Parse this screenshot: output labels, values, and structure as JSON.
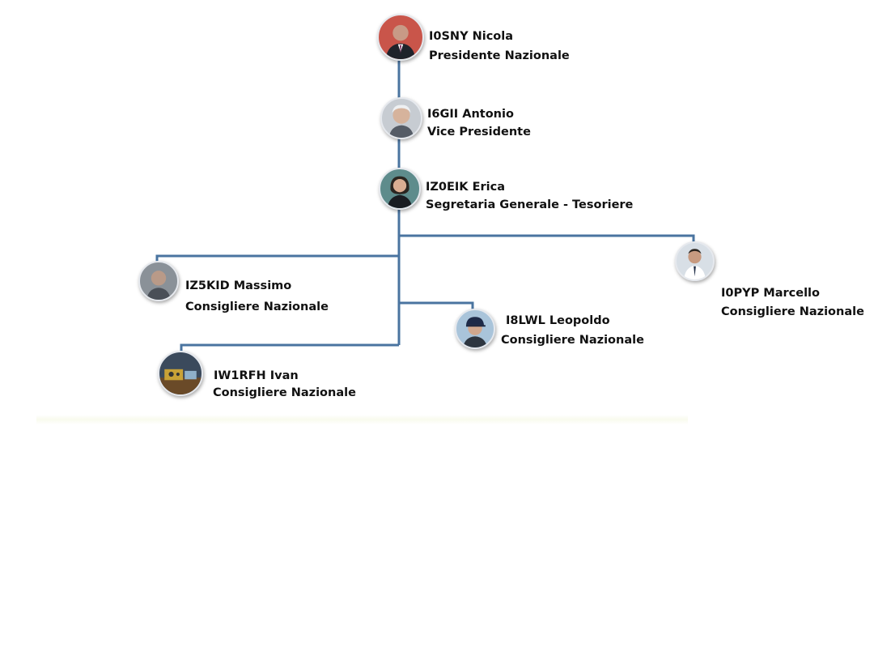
{
  "members": [
    {
      "id": "nicola",
      "name": "I0SNY  Nicola",
      "role": "Presidente Nazionale",
      "photo_icon": "portrait-man-suit-icon",
      "photo_bg": "#c9554a"
    },
    {
      "id": "antonio",
      "name": "I6GII Antonio",
      "role": "Vice Presidente",
      "photo_icon": "portrait-man-gray-hair-icon",
      "photo_bg": "#c7ccd2"
    },
    {
      "id": "erica",
      "name": "IZ0EIK Erica",
      "role": "Segretaria Generale - Tesoriere",
      "photo_icon": "portrait-woman-icon",
      "photo_bg": "#5e8c8c"
    },
    {
      "id": "massimo",
      "name": "IZ5KID Massimo",
      "role": "Consigliere  Nazionale",
      "photo_icon": "portrait-man-icon",
      "photo_bg": "#8a9198"
    },
    {
      "id": "marcello",
      "name": "I0PYP Marcello",
      "role": "Consigliere Nazionale",
      "photo_icon": "portrait-man-tie-icon",
      "photo_bg": "#d8dfe6"
    },
    {
      "id": "leopoldo",
      "name": "I8LWL Leopoldo",
      "role": "Consigliere Nazionale",
      "photo_icon": "portrait-man-cap-icon",
      "photo_bg": "#a9c4da"
    },
    {
      "id": "ivan",
      "name": "IW1RFH Ivan",
      "role": "Consigliere Nazionale",
      "photo_icon": "radio-station-icon",
      "photo_bg": "#3b4a5c"
    }
  ],
  "connector_color": "#4a74a0"
}
